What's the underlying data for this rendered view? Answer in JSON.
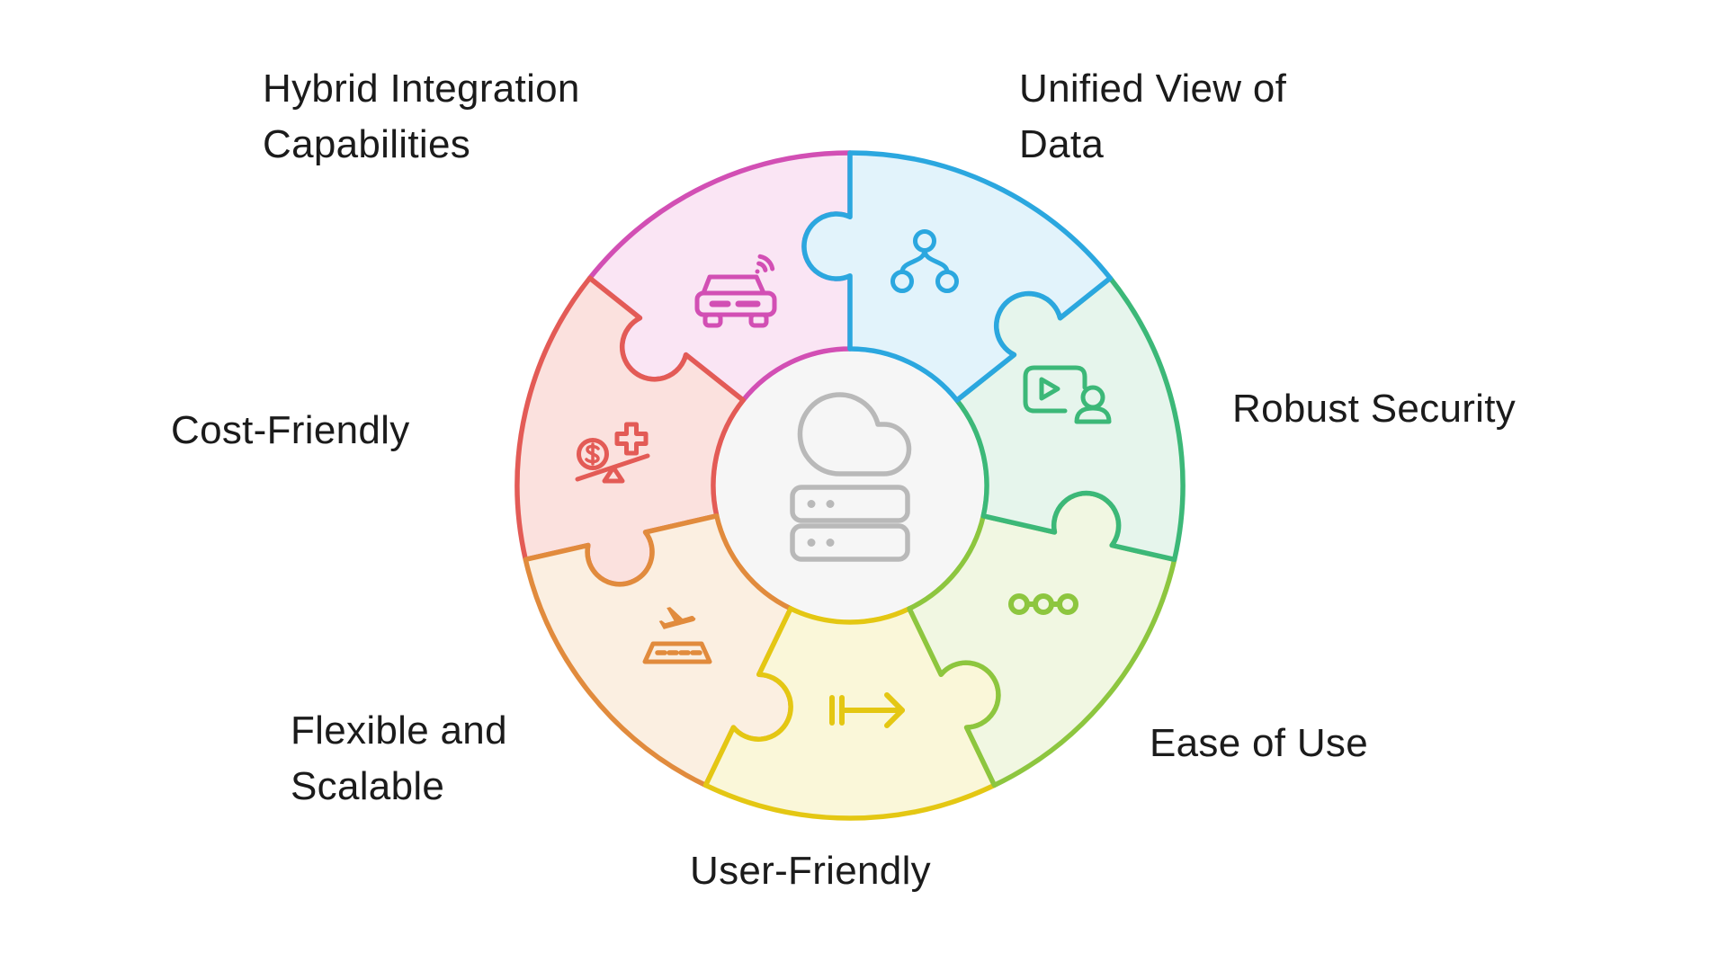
{
  "diagram": {
    "type": "circular-puzzle-infographic",
    "background": "#ffffff",
    "center": {
      "fill": "#f6f6f6",
      "icon_color": "#b9b9b9",
      "icons": [
        "cloud-icon",
        "server-stack-icon"
      ]
    },
    "segments": [
      {
        "id": "unified-view",
        "label": "Unified View of\nData",
        "fill": "#e2f3fb",
        "stroke": "#2ba7df",
        "icon": "network-tree-icon"
      },
      {
        "id": "robust-security",
        "label": "Robust Security",
        "fill": "#e6f5ec",
        "stroke": "#3cb878",
        "icon": "video-person-icon"
      },
      {
        "id": "ease-of-use",
        "label": "Ease of Use",
        "fill": "#f1f7e2",
        "stroke": "#8dc63f",
        "icon": "linked-nodes-icon"
      },
      {
        "id": "user-friendly",
        "label": "User-Friendly",
        "fill": "#faf7d9",
        "stroke": "#e4c713",
        "icon": "tab-arrow-icon"
      },
      {
        "id": "flexible-scalable",
        "label": "Flexible and\nScalable",
        "fill": "#fbefe1",
        "stroke": "#e18b3d",
        "icon": "plane-takeoff-icon"
      },
      {
        "id": "cost-friendly",
        "label": "Cost-Friendly",
        "fill": "#fbe1de",
        "stroke": "#e35b56",
        "icon": "cost-balance-icon"
      },
      {
        "id": "hybrid-integration",
        "label": "Hybrid Integration\nCapabilities",
        "fill": "#fae5f4",
        "stroke": "#d24fb4",
        "icon": "connected-car-icon"
      }
    ],
    "text_color": "#1b1b1b"
  }
}
